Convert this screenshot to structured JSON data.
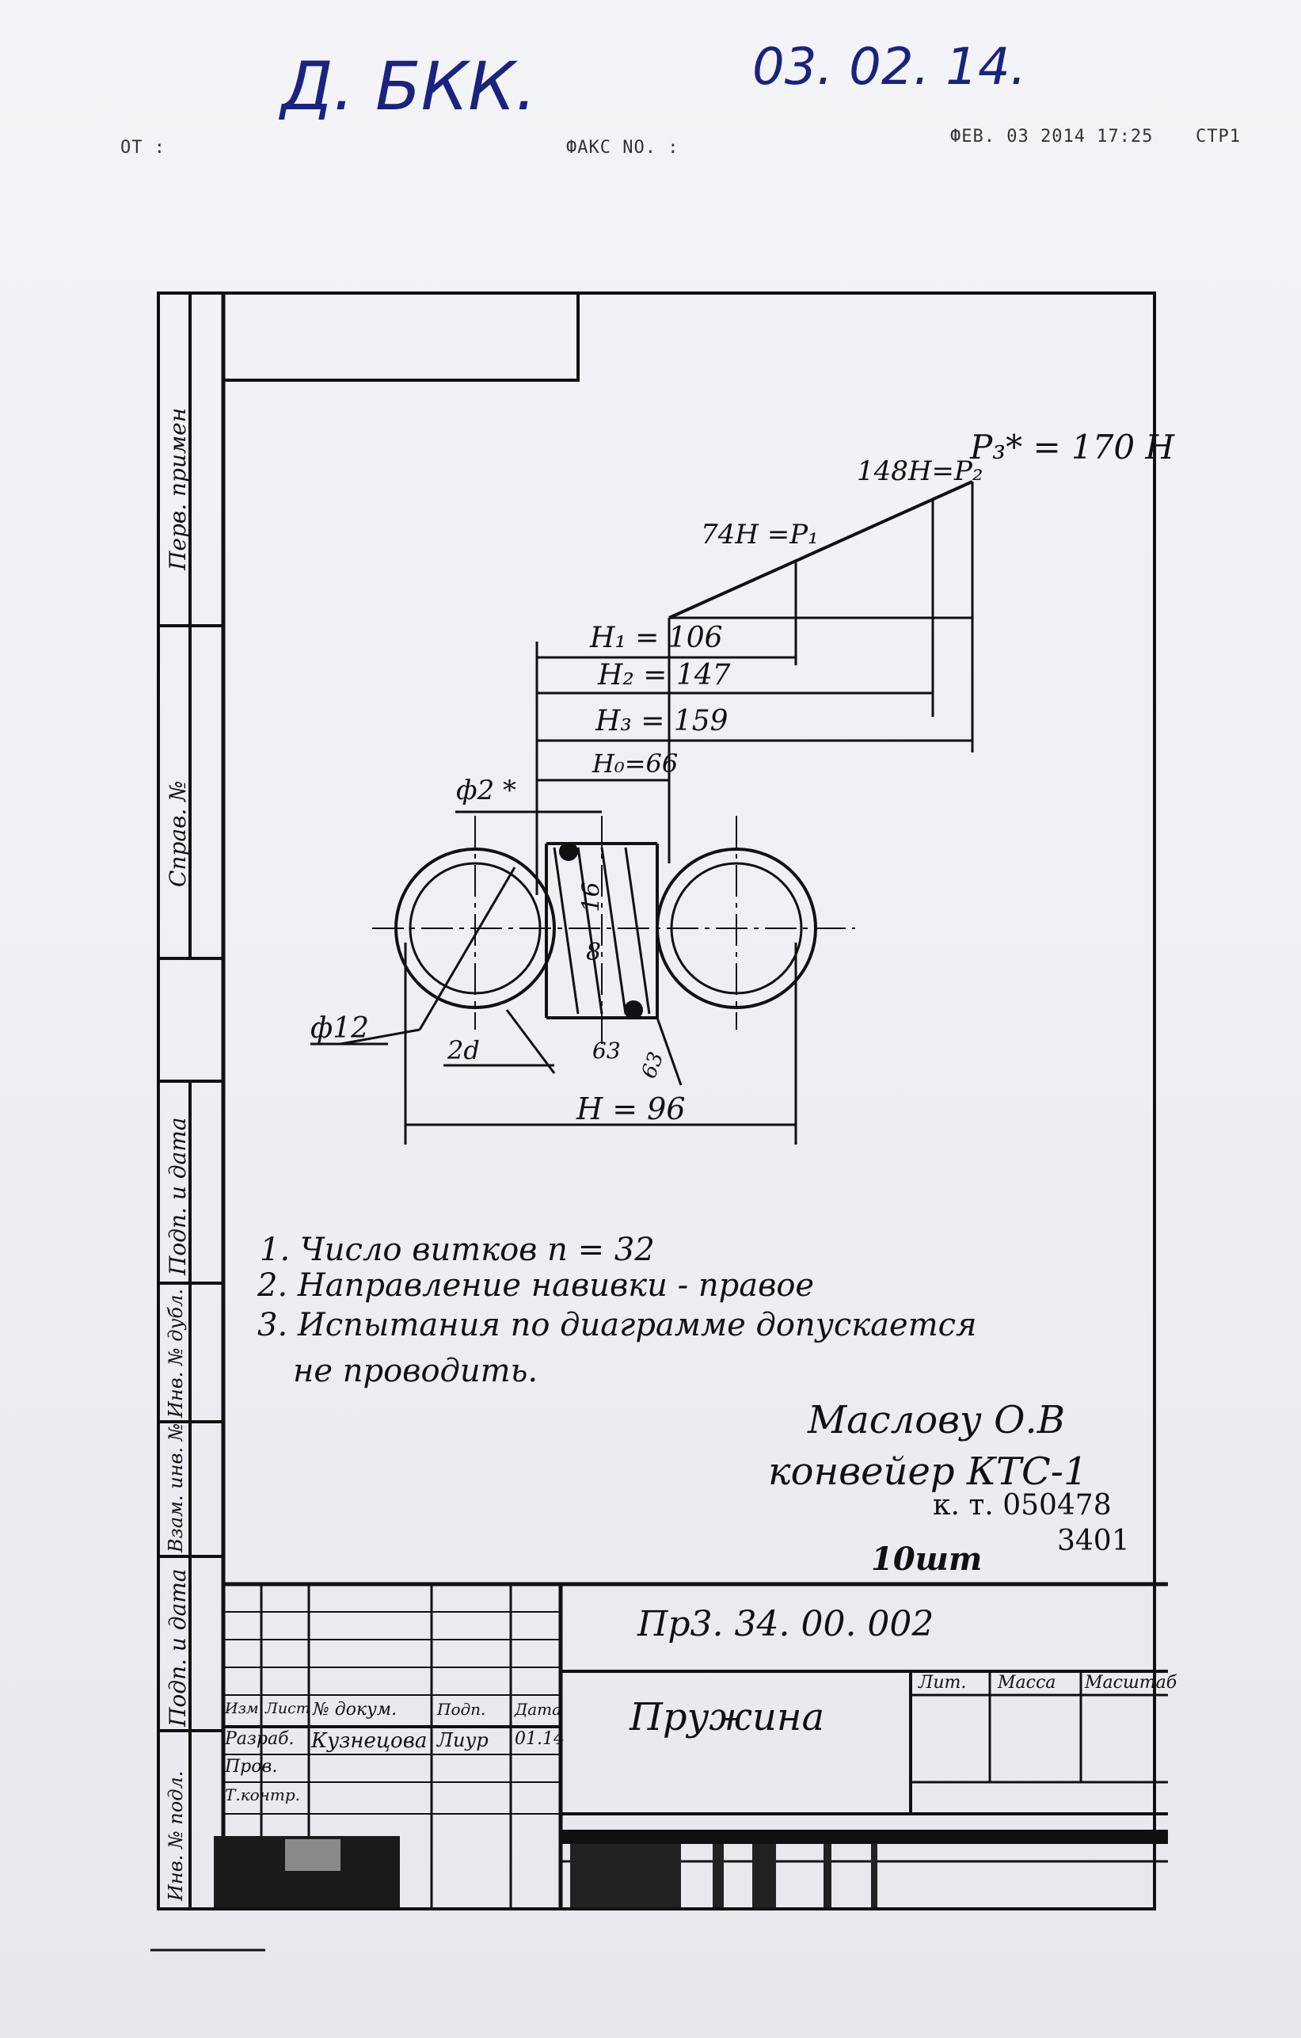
{
  "header": {
    "handwritten_left": "Д. БКК.",
    "handwritten_date": "03. 02. 14.",
    "fax_from_label": "ОТ :",
    "fax_no_label": "ФАКС NO. :",
    "fax_datetime": "ФЕВ. 03 2014 17:25",
    "fax_page": "СТР1"
  },
  "side_columns": {
    "perv_primen": "Перв. примен",
    "sprav_no": "Справ. №",
    "podp_i_data_1": "Подп. и дата",
    "inv_dubl": "Инв. № дубл.",
    "vzam_inv": "Взам. инв. №",
    "podp_i_data_2": "Подп. и дата",
    "inv_podl": "Инв. № подл."
  },
  "drawing": {
    "p3": "P₃* = 170 Н",
    "p2": "148Н=P₂",
    "p1": "74Н =P₁",
    "h1": "H₁ = 106",
    "h2": "H₂ = 147",
    "h3": "H₃ = 159",
    "h0": "H₀=66",
    "d2": "ф2 *",
    "d16": "16",
    "d8": "8",
    "d12": "ф12",
    "two_d": "2d",
    "dim63a": "63",
    "dim63b": "63",
    "h_total": "H = 96"
  },
  "notes": [
    "1. Число витков   n = 32",
    "2. Направление навивки - правое",
    "3. Испытания по диаграмме допускается",
    "не проводить."
  ],
  "recipient": {
    "name": "Маслову О.В",
    "conveyor": "конвейер КТС-1",
    "kt": "к. т. 050478",
    "code": "3401",
    "qty": "10шт"
  },
  "title_block": {
    "doc_number": "Пр3. 34. 00. 002",
    "part_name": "Пружина",
    "lit": "Лит.",
    "massa": "Масса",
    "masshtab": "Масштаб",
    "col_izm": "Изм.",
    "col_list": "Лист",
    "col_ndokum": "№ докум.",
    "col_podp": "Подп.",
    "col_data": "Дата",
    "row_razrab": "Разраб.",
    "razrab_name": "Кузнецова",
    "razrab_sign": "Лиур",
    "razrab_date": "01.14",
    "row_prov": "Пров.",
    "row_tkontr": "Т.контр."
  }
}
